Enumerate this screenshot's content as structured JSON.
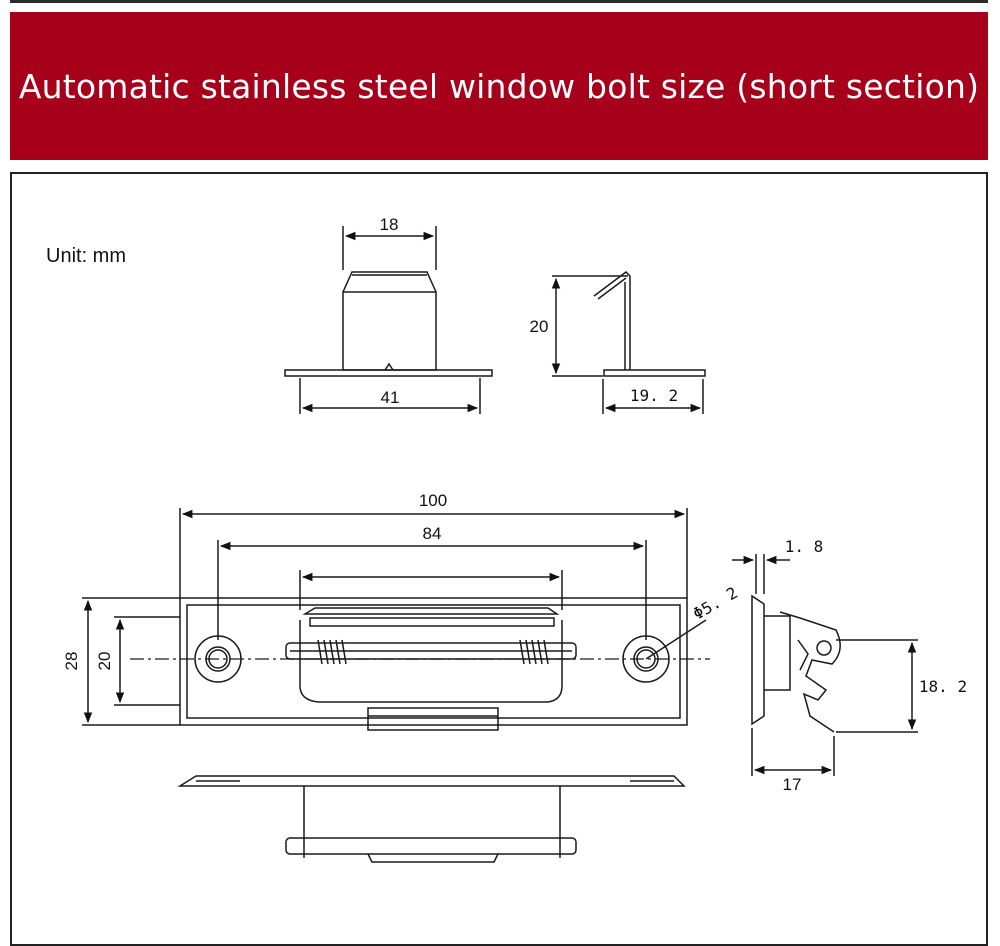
{
  "header": {
    "title": "Automatic stainless steel window bolt size (short section)",
    "background_color": "#a6001b",
    "text_color": "#ffffff"
  },
  "unit_label": "Unit: mm",
  "dimensions": {
    "top_width": "18",
    "base_width": "41",
    "side_height": "20",
    "side_base": "19. 2",
    "overall_length": "100",
    "hole_spacing": "84",
    "plate_height": "28",
    "inner_height": "20",
    "hole_diameter": "Φ5. 2",
    "thickness": "1. 8",
    "side_depth": "18. 2",
    "side_length": "17"
  }
}
